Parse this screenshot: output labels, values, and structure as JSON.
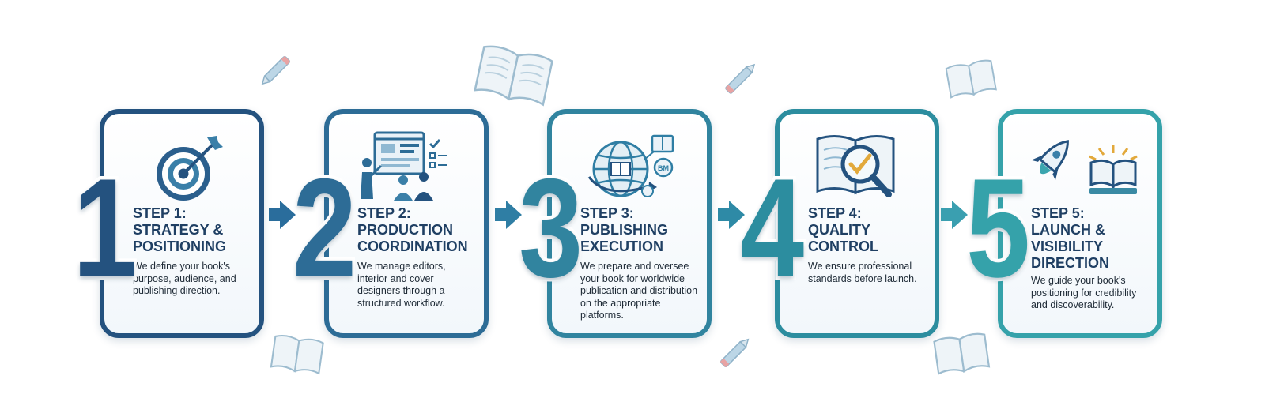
{
  "steps": [
    {
      "number": "1",
      "title": "STEP 1:\nSTRATEGY &\nPOSITIONING",
      "description": "We define your book's purpose, audience, and publishing direction.",
      "icon": "target-icon",
      "color": "#24527f"
    },
    {
      "number": "2",
      "title": "STEP 2:\nPRODUCTION\nCOORDINATION",
      "description": "We manage editors, interior and cover designers through a structured workflow.",
      "icon": "team-workflow-icon",
      "color": "#2d6c96"
    },
    {
      "number": "3",
      "title": "STEP 3:\nPUBLISHING\nEXECUTION",
      "description": "We prepare and oversee your book for worldwide publication and distribution on the appropriate platforms.",
      "icon": "globe-distribution-icon",
      "color": "#31849f",
      "icon_badge": "BM"
    },
    {
      "number": "4",
      "title": "STEP 4:\nQUALITY\nCONTROL",
      "description": "We ensure professional standards before launch.",
      "icon": "book-magnifier-check-icon",
      "color": "#2c8d9f"
    },
    {
      "number": "5",
      "title": "STEP 5:\nLAUNCH &\nVISIBILITY\nDIRECTION",
      "description": "We guide your book's positioning for credibility and discoverability.",
      "icon": "rocket-book-icon",
      "color": "#35a2aa"
    }
  ],
  "decorations": [
    "pencil-icon",
    "open-book-icon"
  ],
  "colors": {
    "arrow": "#2f84a4",
    "title_text": "#1f3f63",
    "body_text": "#1e2a36"
  }
}
